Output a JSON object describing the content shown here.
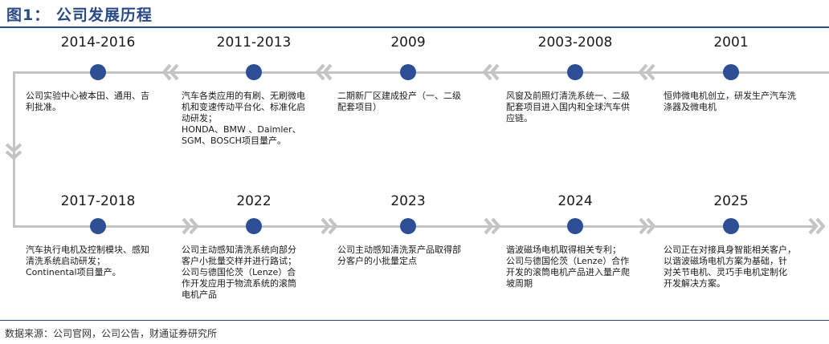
{
  "title": "图1： 公司发展历程",
  "source": "数据来源：公司官网，公司公告，财通证券研究所",
  "colors": {
    "accent": "#2a4a85",
    "dot": "#2e4f96",
    "line": "#c4c4c4",
    "arrow": "#c4c4c4"
  },
  "top_row": [
    {
      "year": "2014-2016",
      "lines": [
        "公司实验中心被本田、通用、吉",
        "利批准。"
      ]
    },
    {
      "year": "2011-2013",
      "lines": [
        "汽车各类应用的有刷、无刷微电",
        "机和变速传动平台化、标准化启",
        "动研发；",
        "HONDA、BMW 、Daimler、",
        "SGM、BOSCH项目量产。"
      ]
    },
    {
      "year": "2009",
      "lines": [
        "二期新厂区建成投产（一、二级",
        "配套项目）"
      ]
    },
    {
      "year": "2003-2008",
      "lines": [
        "风窗及前照灯清洗系统一、二级",
        "配套项目进入国内和全球汽车供",
        "应链。"
      ]
    },
    {
      "year": "2001",
      "lines": [
        "恒帅微电机创立，研发生产汽车洗",
        "涤器及微电机"
      ]
    }
  ],
  "bottom_row": [
    {
      "year": "2017-2018",
      "lines": [
        "汽车执行电机及控制模块、感知",
        "清洗系统启动研发；",
        "Continental项目量产。"
      ]
    },
    {
      "year": "2022",
      "lines": [
        "公司主动感知清洗系统向部分",
        "客户小批量交样并进行路试；",
        "公司与德国伦茨（Lenze）合",
        "作开发应用于物流系统的滚筒",
        "电机产品"
      ]
    },
    {
      "year": "2023",
      "lines": [
        "公司主动感知清洗泵产品取得部",
        "分客户的小批量定点"
      ]
    },
    {
      "year": "2024",
      "lines": [
        "谐波磁场电机取得相关专利；",
        "公司与德国伦茨（Lenze）合作",
        "开发的滚筒电机产品进入量产爬",
        "坡周期"
      ]
    },
    {
      "year": "2025",
      "lines": [
        "公司正在对接具身智能相关客户，",
        "以谐波磁场电机方案为基础，针",
        "对关节电机、灵巧手电机定制化",
        "开发解决方案。"
      ]
    }
  ]
}
